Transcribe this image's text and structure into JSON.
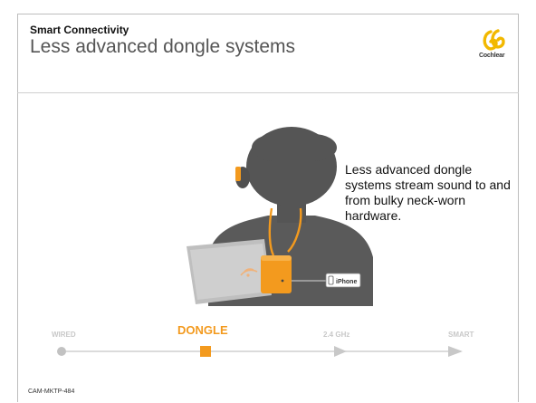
{
  "header": {
    "kicker": "Smart Connectivity",
    "title": "Less advanced dongle systems",
    "logo_text": "Cochlear"
  },
  "illustration": {
    "device_badge_text": "iPhone",
    "description_text": "Less advanced dongle systems stream sound to and from bulky neck-worn hardware."
  },
  "timeline": {
    "stages": [
      {
        "label": "WIRED",
        "active": false
      },
      {
        "label": "DONGLE",
        "active": true
      },
      {
        "label": "2.4 GHz",
        "active": false
      },
      {
        "label": "SMART",
        "active": false
      }
    ]
  },
  "footer": {
    "code": "CAM-MKTP-484"
  },
  "colors": {
    "accent": "#f39a1e",
    "logo_yellow": "#f2b800",
    "silhouette": "#555555",
    "inactive": "#c8c8c8"
  }
}
